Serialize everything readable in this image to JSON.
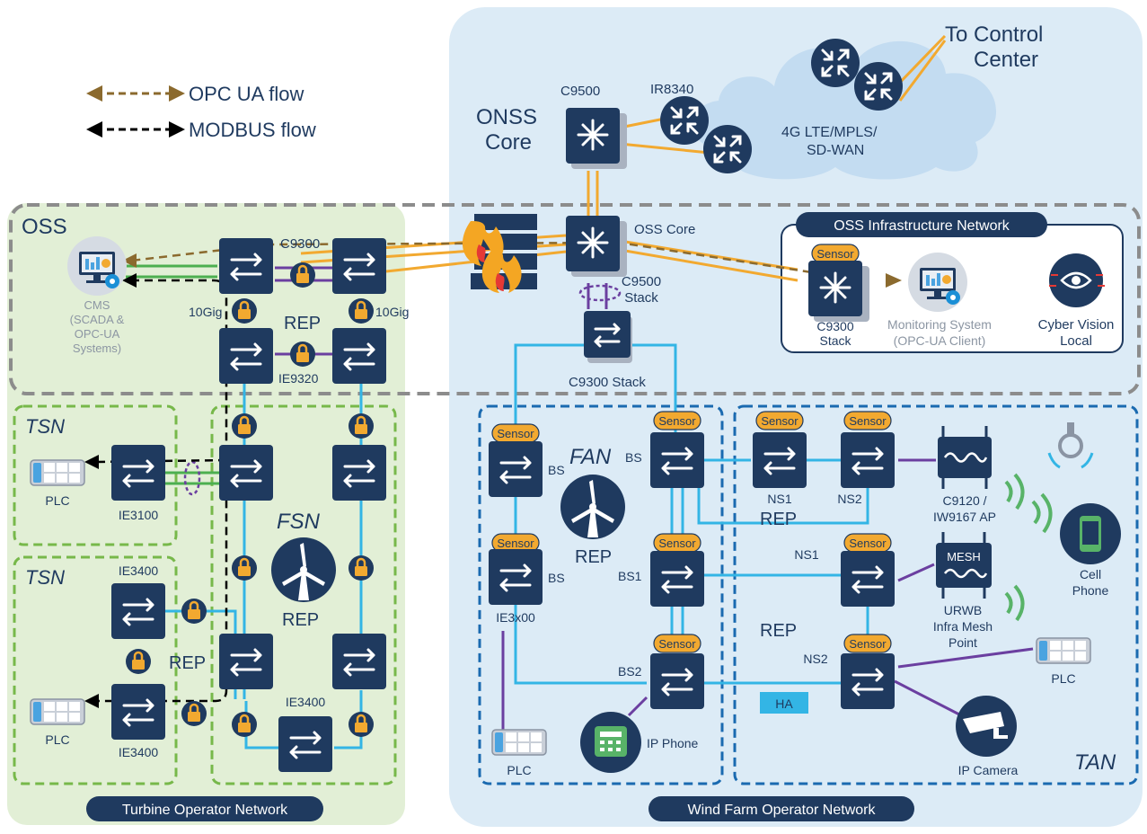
{
  "legend": {
    "opc": "OPC UA flow",
    "modbus": "MODBUS flow"
  },
  "top": {
    "to_control": "To Control",
    "center": "Center",
    "onss1": "ONSS",
    "onss2": "Core",
    "c9500": "C9500",
    "ir8340": "IR8340",
    "cloud1": "4G LTE/MPLS/",
    "cloud2": "SD-WAN"
  },
  "oss": {
    "title": "OSS",
    "c9300": "C9300",
    "gig_left": "10Gig",
    "gig_right": "10Gig",
    "rep": "REP",
    "ie9320": "IE9320",
    "cms1": "CMS",
    "cms2": "(SCADA &",
    "cms3": "OPC-UA",
    "cms4": "Systems)",
    "oss_core": "OSS Core",
    "c9500_stack1": "C9500",
    "c9500_stack2": "Stack",
    "c9300_stack": "C9300 Stack"
  },
  "infra": {
    "title": "OSS Infrastructure Network",
    "sensor": "Sensor",
    "c9300a": "C9300",
    "c9300b": "Stack",
    "mon1": "Monitoring System",
    "mon2": "(OPC-UA Client)",
    "cv1": "Cyber Vision",
    "cv2": "Local"
  },
  "tsn1": {
    "title": "TSN",
    "plc": "PLC",
    "ie3100": "IE3100"
  },
  "tsn2": {
    "title": "TSN",
    "ie3400_top": "IE3400",
    "rep": "REP",
    "plc": "PLC",
    "ie3400_bot": "IE3400"
  },
  "fsn": {
    "title": "FSN",
    "rep": "REP",
    "ie3400": "IE3400"
  },
  "fan": {
    "title": "FAN",
    "rep": "REP",
    "sensor": "Sensor",
    "bs_top_left": "BS",
    "bs_top_right": "BS",
    "bs_mid_left": "BS",
    "bs1": "BS1",
    "ie3x00": "IE3x00",
    "bs2": "BS2",
    "plc": "PLC",
    "ip_phone": "IP Phone"
  },
  "tan": {
    "title": "TAN",
    "ns1_top": "NS1",
    "ns2_top": "NS2",
    "rep_top": "REP",
    "ap1": "C9120 /",
    "ap2": "IW9167 AP",
    "ns1_mid": "NS1",
    "mesh": "MESH",
    "urwb1": "URWB",
    "urwb2": "Infra Mesh",
    "urwb3": "Point",
    "cell1": "Cell",
    "cell2": "Phone",
    "rep_mid": "REP",
    "ns2_bot": "NS2",
    "ha": "HA",
    "plc": "PLC",
    "camera": "IP Camera"
  },
  "footer": {
    "turbine": "Turbine Operator Network",
    "windfarm": "Wind Farm Operator Network"
  },
  "colors": {
    "navy": "#1f3a5f",
    "orange": "#f2a930",
    "blue_link": "#33b5e5",
    "green_link": "#4caf50",
    "purple_link": "#6b3fa0",
    "opc_arrow": "#8b6a2e",
    "wind_bg": "#dcebf6",
    "turbine_bg": "#e2efd6",
    "gray_border": "#8c8c8c",
    "dashed_green": "#77b84a",
    "dashed_blue": "#1a6ab0"
  }
}
